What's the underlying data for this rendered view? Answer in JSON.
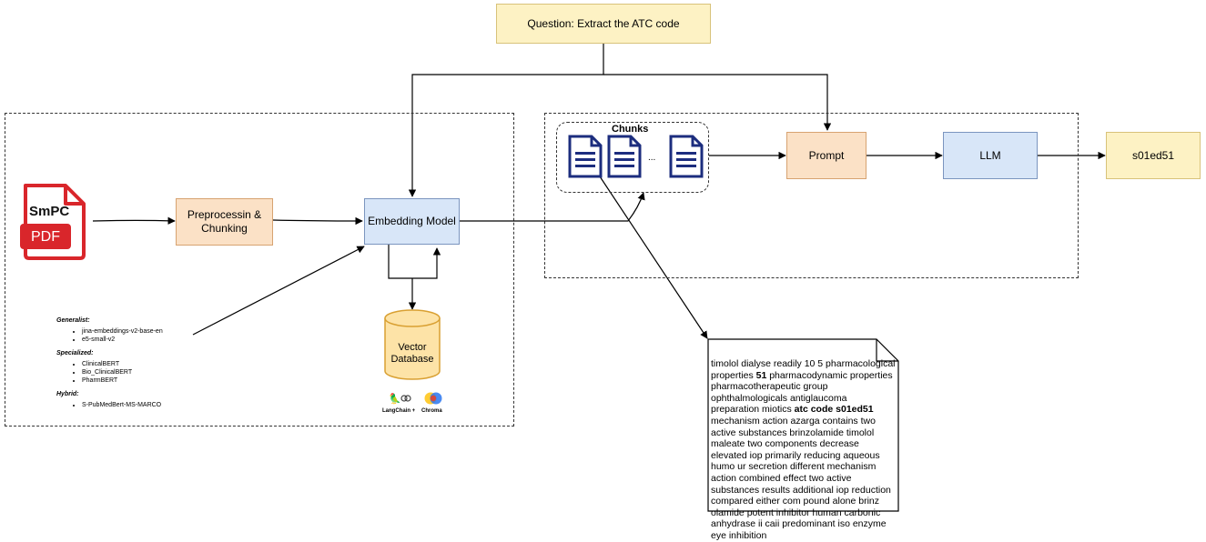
{
  "question": "Question: Extract the ATC code",
  "chunks_label": "Chunks",
  "chunk_ellipsis": "...",
  "prompt": "Prompt",
  "llm": "LLM",
  "output": "s01ed51",
  "pdf": {
    "title": "SmPC",
    "badge": "PDF"
  },
  "preprocess": "Preprocessin & Chunking",
  "embedding": "Embedding Model",
  "vector_db": "Vector Database",
  "logos": {
    "langchain": "LangChain",
    "plus": "+",
    "chroma": "Chroma"
  },
  "models": {
    "generalist_label": "Generalist:",
    "generalist": [
      "jina-embeddings-v2-base-en",
      "e5-small-v2"
    ],
    "specialized_label": "Specialized:",
    "specialized": [
      "ClinicalBERT",
      "Bio_ClinicalBERT",
      "PharmBERT"
    ],
    "hybrid_label": "Hybrid:",
    "hybrid": [
      "S-PubMedBert-MS-MARCO"
    ]
  },
  "chunk_text": {
    "part1": "timolol dialyse readily 10 5 pharmacological properties ",
    "bold1": "51",
    "part2": " pharmacodynamic properties pharmacotherapeutic group ophthalmologicals antiglaucoma preparation miotics ",
    "bold2": "atc code s01ed51",
    "part3": " mechanism action azarga contains two active substances brinzolamide timolol maleate two components decrease elevated iop primarily reducing aqueous humo ur secretion different mechanism action combined effect two active substances results additional iop reduction compared either com pound alone brinz olamide potent inhibitor human carbonic anhydrase ii caii predominant iso enzyme eye inhibition"
  },
  "colors": {
    "yellow_fill": "#fdf2c4",
    "orange_fill": "#fbe1c6",
    "blue_fill": "#d8e6f8",
    "pdf_red": "#d9262b",
    "doc_blue": "#1c2d7e",
    "db_fill": "#fde3a7",
    "db_stroke": "#d9a032"
  }
}
